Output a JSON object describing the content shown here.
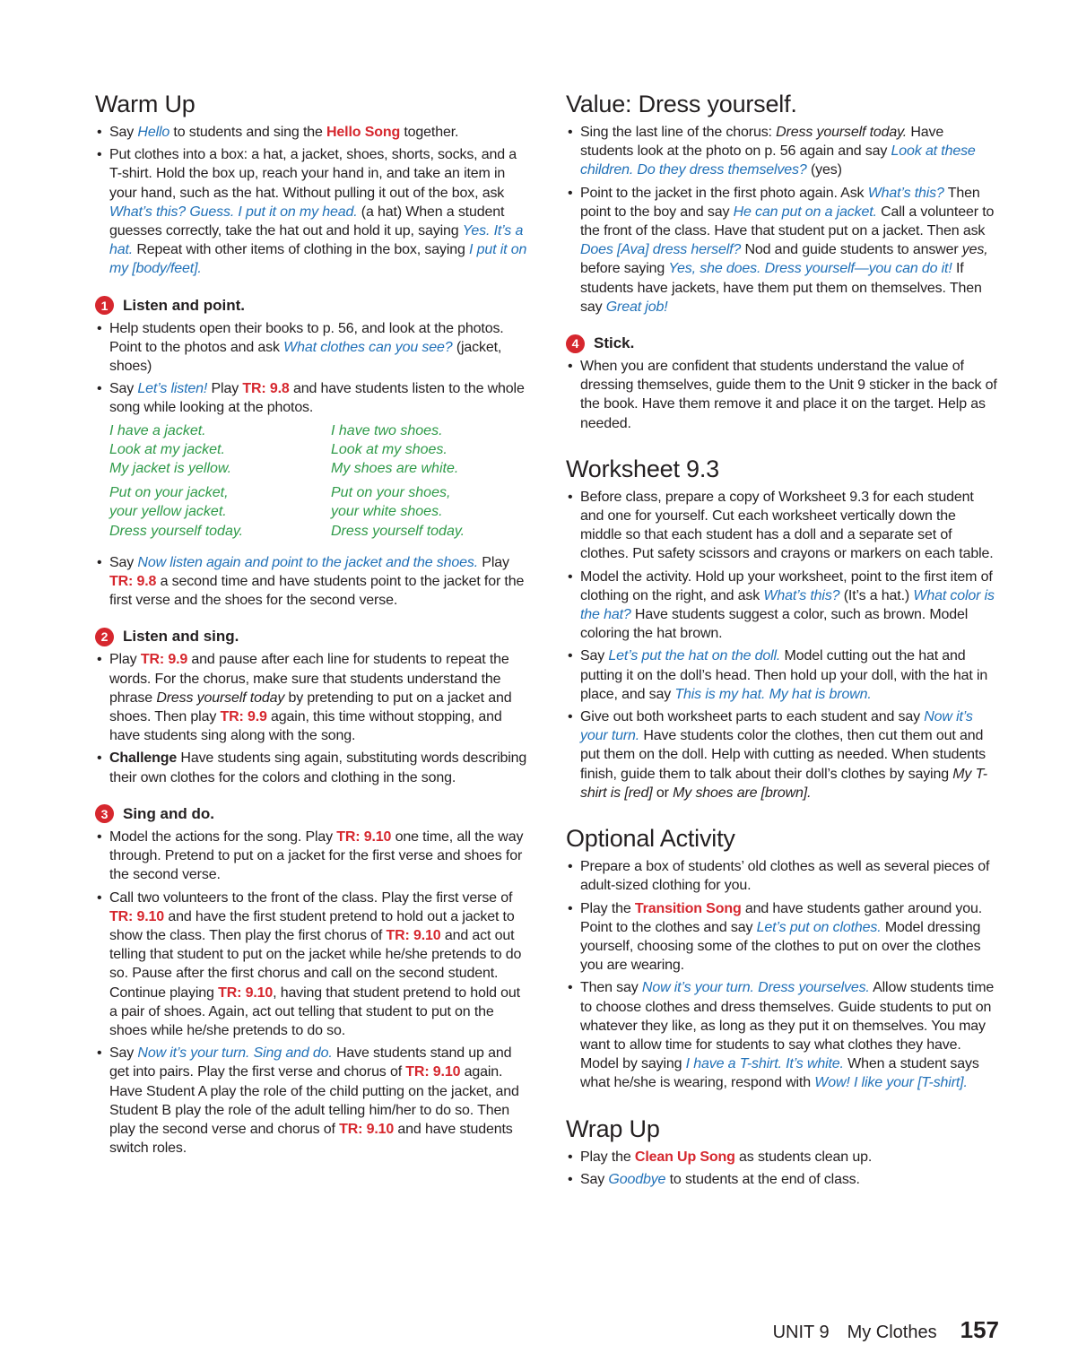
{
  "warmup": {
    "title": "Warm Up",
    "b1": [
      "Say ",
      "Hello",
      " to students and sing the ",
      "Hello Song",
      " together."
    ],
    "b2": [
      "Put clothes into a box: a hat, a jacket, shoes, shorts, socks, and a T-shirt. Hold the box up, reach your hand in, and take an item in your hand, such as the hat. Without pulling it out of the box, ask ",
      "What’s this? Guess. I put it on my head.",
      " (a hat) When a student guesses correctly, take the hat out and hold it up, saying ",
      "Yes. It’s a hat.",
      " Repeat with other items of clothing in the box, saying ",
      "I put it on my [body/feet].",
      ""
    ]
  },
  "act1": {
    "num": "1",
    "title": "Listen and point.",
    "b1": [
      "Help students open their books to p. 56, and look at the photos. Point to the photos and ask ",
      "What clothes can you see?",
      " (jacket, shoes)"
    ],
    "b2": [
      "Say ",
      "Let’s listen!",
      " Play ",
      "TR: 9.8",
      " and have students listen to the whole song while looking at the photos."
    ],
    "lyrics": [
      [
        "I have a jacket.",
        "Look at my jacket.",
        "My jacket is yellow."
      ],
      [
        "I have two shoes.",
        "Look at my shoes.",
        "My shoes are white."
      ],
      [
        "Put on your jacket,",
        "your yellow jacket.",
        "Dress yourself today."
      ],
      [
        "Put on your shoes,",
        "your white shoes.",
        "Dress yourself today."
      ]
    ],
    "b3": [
      "Say ",
      "Now listen again and point to the jacket and the shoes.",
      " Play ",
      "TR: 9.8",
      " a second time and have students point to the jacket for the first verse and the shoes for the second verse."
    ]
  },
  "act2": {
    "num": "2",
    "title": "Listen and sing.",
    "b1": [
      "Play ",
      "TR: 9.9",
      " and pause after each line for students to repeat the words. For the chorus, make sure that students understand the phrase ",
      "Dress yourself today",
      " by pretending to put on a jacket and shoes. Then play ",
      "TR: 9.9",
      " again, this time without stopping, and have students sing along with the song."
    ],
    "b2": [
      "Challenge",
      " Have students sing again, substituting words describing their own clothes for the colors and clothing in the song."
    ]
  },
  "act3": {
    "num": "3",
    "title": "Sing and do.",
    "b1": [
      "Model the actions for the song. Play ",
      "TR: 9.10",
      " one time, all the way through. Pretend to put on a jacket for the first verse and shoes for the second verse."
    ],
    "b2": [
      "Call two volunteers to the front of the class. Play the first verse of ",
      "TR: 9.10",
      " and have the first student pretend to hold out a jacket to show the class. Then play the first chorus of ",
      "TR: 9.10",
      " and act out telling that student to put on the jacket while he/she pretends to do so. Pause after the first chorus and call on the second student. Continue playing ",
      "TR: 9.10",
      ", having that student pretend to hold out a pair of shoes. Again, act out telling that student to put on the shoes while he/she pretends to do so."
    ],
    "b3": [
      "Say ",
      "Now it’s your turn. Sing and do.",
      " Have students stand up and get into pairs. Play the first verse and chorus of ",
      "TR: 9.10",
      " again. Have Student A play the role of the child putting on the jacket, and Student B play the role of the adult telling him/her to do so. Then play the second verse and chorus of ",
      "TR: 9.10",
      " and have students switch roles."
    ]
  },
  "value": {
    "title": "Value: Dress yourself.",
    "b1": [
      "Sing the last line of the chorus: ",
      "Dress yourself today.",
      " Have students look at the photo on p. 56 again and say ",
      "Look at these children. Do they dress themselves?",
      " (yes)"
    ],
    "b2": [
      "Point to the jacket in the first photo again. Ask ",
      "What’s this?",
      " Then point to the boy and say ",
      "He can put on a jacket.",
      " Call a volunteer to the front of the class. Have that student put on a jacket. Then ask ",
      "Does [Ava] dress herself?",
      " Nod and guide students to answer ",
      "yes,",
      " before saying ",
      "Yes, she does. Dress yourself—you can do it!",
      " If students have jackets, have them put them on themselves. Then say ",
      "Great job!",
      ""
    ]
  },
  "act4": {
    "num": "4",
    "title": "Stick.",
    "b1": [
      "When you are confident that students understand the value of dressing themselves, guide them to the Unit 9 sticker in the back of the book. Have them remove it and place it on the target. Help as needed."
    ]
  },
  "worksheet": {
    "title": "Worksheet 9.3",
    "b1": [
      "Before class, prepare a copy of Worksheet 9.3 for each student and one for yourself. Cut each worksheet vertically down the middle so that each student has a doll and a separate set of clothes. Put safety scissors and crayons or markers on each table."
    ],
    "b2": [
      "Model the activity. Hold up your worksheet, point to the first item of clothing on the right, and ask ",
      "What’s this?",
      " (It’s a hat.) ",
      "What color is the hat?",
      " Have students suggest a color, such as brown. Model coloring the hat brown."
    ],
    "b3": [
      "Say ",
      "Let’s put the hat on the doll.",
      " Model cutting out the hat and putting it on the doll’s head. Then hold up your doll, with the hat in place, and say ",
      "This is my hat. My hat is brown.",
      ""
    ],
    "b4": [
      "Give out both worksheet parts to each student and say ",
      "Now it’s your turn.",
      " Have students color the clothes, then cut them out and put them on the doll. Help with cutting as needed. When students finish, guide them to talk about their doll’s clothes by saying ",
      "My T-shirt is [red]",
      " or ",
      "My shoes are [brown].",
      ""
    ]
  },
  "optional": {
    "title": "Optional Activity",
    "b1": [
      "Prepare a box of students’ old clothes as well as several pieces of adult-sized clothing for you."
    ],
    "b2": [
      "Play the ",
      "Transition Song",
      " and have students gather around you. Point to the clothes and say ",
      "Let’s put on clothes.",
      " Model dressing yourself, choosing some of the clothes to put on over the clothes you are wearing."
    ],
    "b3": [
      "Then say ",
      "Now it’s your turn. Dress yourselves.",
      " Allow students time to choose clothes and dress themselves. Guide students to put on whatever they like, as long as they put it on themselves. You may want to allow time for students to say what clothes they have. Model by saying ",
      "I have a T-shirt. It’s white.",
      " When a student says what he/she is wearing, respond with ",
      "Wow! I like your [T-shirt].",
      ""
    ]
  },
  "wrapup": {
    "title": "Wrap Up",
    "b1": [
      "Play the ",
      "Clean Up Song",
      " as students clean up."
    ],
    "b2": [
      "Say ",
      "Goodbye",
      " to students at the end of class."
    ]
  },
  "footer": {
    "unit": "UNIT 9",
    "title": "My Clothes",
    "page": "157"
  }
}
